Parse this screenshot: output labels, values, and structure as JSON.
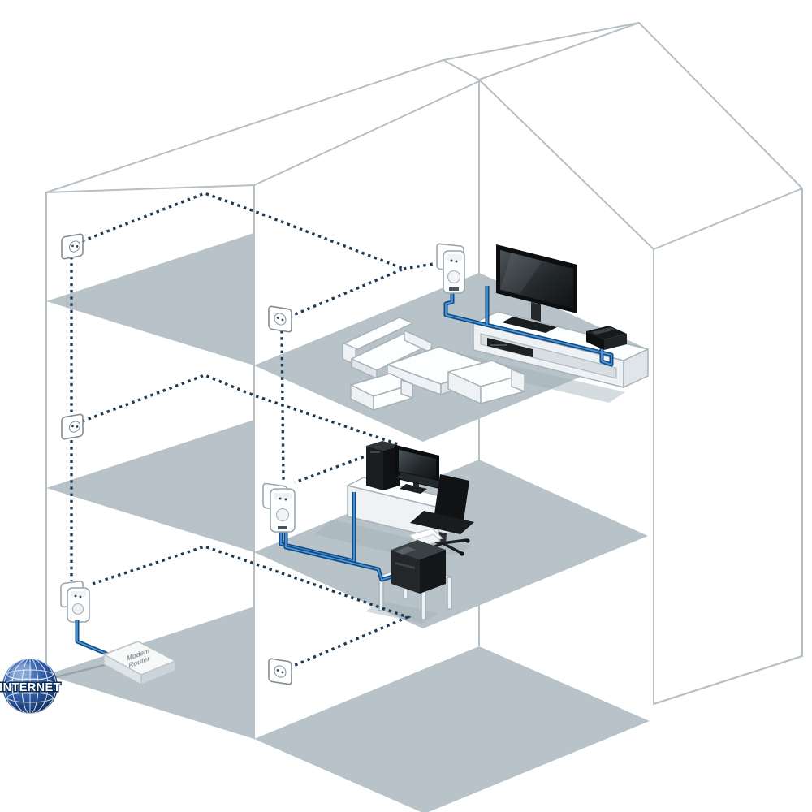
{
  "labels": {
    "internet": "INTERNET",
    "modem_line1": "Modem",
    "modem_line2": "Router"
  },
  "colors": {
    "background": "#ffffff",
    "structure_line": "#b6bfc3",
    "floor_fill": "#b7c3c8",
    "powerline_dotted": "#1d3a55",
    "ethernet_cable": "#0d4a88",
    "ethernet_cable_highlight": "#4f93cf",
    "internet_line": "#9aa4a8",
    "globe_blue": "#2a56a0",
    "globe_text_fill": "#ffffff"
  },
  "connection_styles": {
    "powerline_through_walls": "dotted",
    "ethernet": "solid-blue",
    "internet_uplink": "solid-gray"
  },
  "elements": [
    {
      "name": "internet-globe",
      "floor": "outside"
    },
    {
      "name": "modem-router",
      "floor": "ground"
    },
    {
      "name": "powerline-adapter",
      "floor": "ground"
    },
    {
      "name": "wall-outlet",
      "floor": "ground"
    },
    {
      "name": "powerline-adapter",
      "floor": "middle"
    },
    {
      "name": "desk",
      "floor": "middle"
    },
    {
      "name": "pc-tower",
      "floor": "middle"
    },
    {
      "name": "monitor",
      "floor": "middle"
    },
    {
      "name": "keyboard",
      "floor": "middle"
    },
    {
      "name": "office-chair",
      "floor": "middle"
    },
    {
      "name": "printer",
      "floor": "middle"
    },
    {
      "name": "printer-table",
      "floor": "middle"
    },
    {
      "name": "wall-outlet",
      "floor": "middle-wall"
    },
    {
      "name": "powerline-adapter",
      "floor": "top"
    },
    {
      "name": "tv",
      "floor": "top"
    },
    {
      "name": "tv-lowboard",
      "floor": "top"
    },
    {
      "name": "dvd-player",
      "floor": "top"
    },
    {
      "name": "game-console",
      "floor": "top"
    },
    {
      "name": "sofa",
      "floor": "top"
    },
    {
      "name": "armchair",
      "floor": "top"
    },
    {
      "name": "armchair",
      "floor": "top"
    },
    {
      "name": "coffee-table",
      "floor": "top"
    },
    {
      "name": "wall-outlet",
      "floor": "top-left-wall"
    },
    {
      "name": "wall-outlet",
      "floor": "top-right-wall"
    }
  ]
}
